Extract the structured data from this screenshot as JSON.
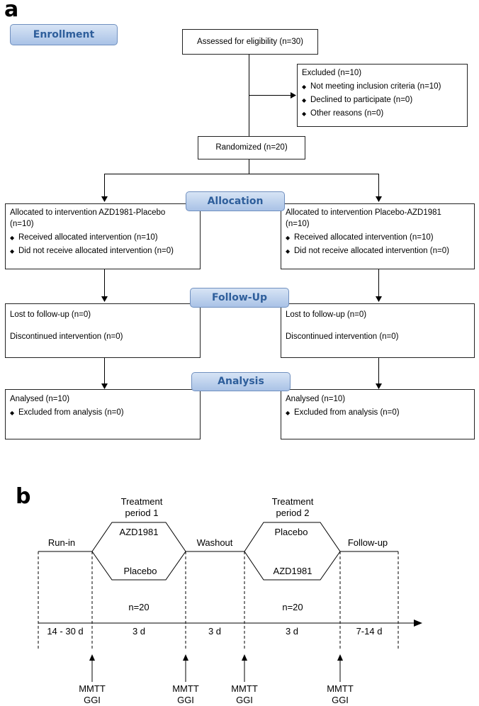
{
  "panel_a": {
    "label": "a",
    "enrollment_header": "Enrollment",
    "assessed": "Assessed for eligibility (n=30)",
    "excluded": {
      "title": "Excluded  (n=10)",
      "items": [
        "Not meeting inclusion criteria (n=10)",
        "Declined to participate (n=0)",
        "Other reasons (n=0)"
      ]
    },
    "randomized": "Randomized (n=20)",
    "allocation_header": "Allocation",
    "alloc_left": {
      "line1": "Allocated to intervention AZD1981-Placebo",
      "line2": "(n=10)",
      "items": [
        "Received allocated intervention (n=10)",
        "Did not receive allocated intervention (n=0)"
      ]
    },
    "alloc_right": {
      "line1": "Allocated to intervention Placebo-AZD1981",
      "line2": "(n=10)",
      "items": [
        "Received allocated intervention (n=10)",
        "Did not receive allocated intervention (n=0)"
      ]
    },
    "followup_header": "Follow-Up",
    "follow_left": {
      "lost": "Lost to follow-up (n=0)",
      "discontinued": "Discontinued intervention (n=0)"
    },
    "follow_right": {
      "lost": "Lost to follow-up (n=0)",
      "discontinued": "Discontinued intervention (n=0)"
    },
    "analysis_header": "Analysis",
    "analysis_left": {
      "analysed": "Analysed  (n=10)",
      "excluded": "Excluded from analysis (n=0)"
    },
    "analysis_right": {
      "analysed": "Analysed  (n=10)",
      "excluded": "Excluded from analysis (n=0)"
    }
  },
  "panel_b": {
    "label": "b",
    "run_in": "Run-in",
    "treatment1": {
      "line1": "Treatment",
      "line2": "period 1",
      "top": "AZD1981",
      "bottom": "Placebo",
      "n": "n=20"
    },
    "washout": "Washout",
    "treatment2": {
      "line1": "Treatment",
      "line2": "period 2",
      "top": "Placebo",
      "bottom": "AZD1981",
      "n": "n=20"
    },
    "follow_up": "Follow-up",
    "durations": [
      "14 - 30 d",
      "3 d",
      "3 d",
      "3 d",
      "7-14 d"
    ],
    "visits": [
      {
        "line1": "MMTT",
        "line2": "GGI"
      },
      {
        "line1": "MMTT",
        "line2": "GGI"
      },
      {
        "line1": "MMTT",
        "line2": "GGI"
      },
      {
        "line1": "MMTT",
        "line2": "GGI"
      }
    ]
  }
}
